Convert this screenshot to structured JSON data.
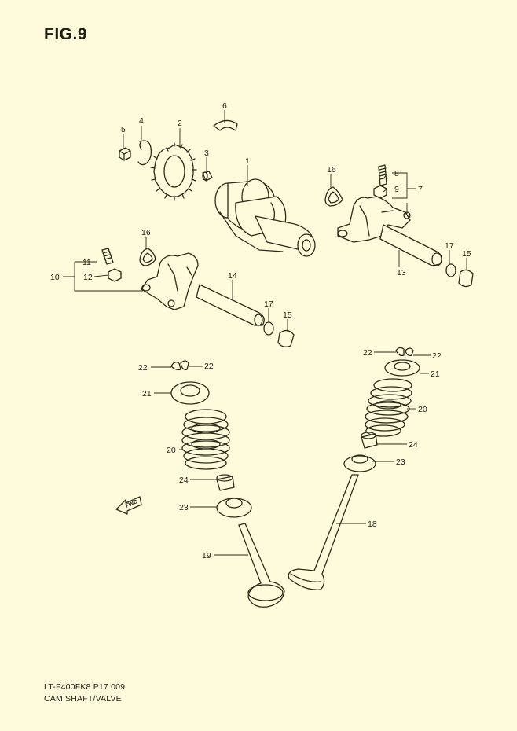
{
  "figure": {
    "title": "FIG.9",
    "code": "LT-F400FK8 P17  009",
    "caption": "CAM SHAFT/VALVE",
    "direction_label": "FWD"
  },
  "parts": {
    "p1": "1",
    "p2": "2",
    "p3": "3",
    "p4": "4",
    "p5": "5",
    "p6": "6",
    "p7": "7",
    "p8": "8",
    "p9": "9",
    "p10": "10",
    "p11": "11",
    "p12": "12",
    "p13": "13",
    "p14": "14",
    "p15": "15",
    "p16": "16",
    "p17": "17",
    "p18": "18",
    "p19": "19",
    "p20": "20",
    "p21": "21",
    "p22": "22",
    "p23": "23",
    "p24": "24"
  },
  "colors": {
    "background": "#fefbdc",
    "ink": "#2b2b18"
  }
}
